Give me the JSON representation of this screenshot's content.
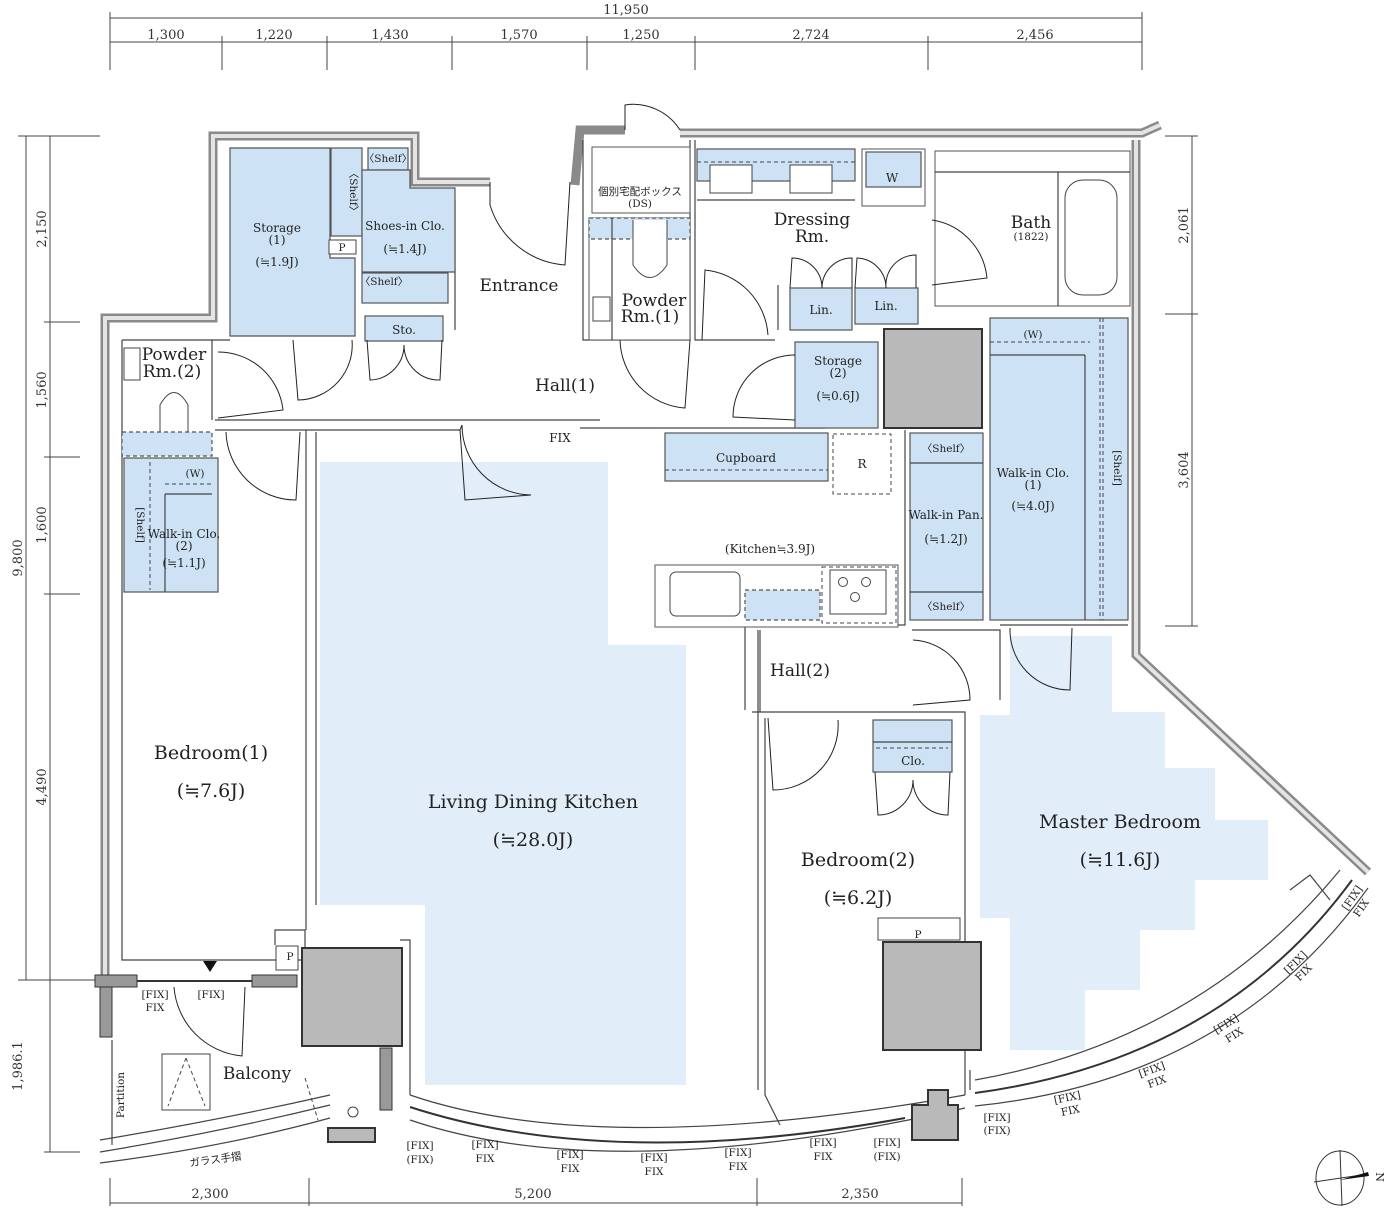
{
  "dimensions": {
    "top_total": "11,950",
    "top": [
      "1,300",
      "1,220",
      "1,430",
      "1,570",
      "1,250",
      "2,724",
      "2,456"
    ],
    "left_total": "9,800",
    "left": [
      "2,150",
      "1,560",
      "1,600",
      "4,490",
      "1,986.1"
    ],
    "right": [
      "2,061",
      "3,604"
    ],
    "bottom": [
      "2,300",
      "5,200",
      "2,350"
    ]
  },
  "rooms": {
    "storage1": {
      "name": "Storage",
      "num": "(1)",
      "area": "(≒1.9J)"
    },
    "shoes": {
      "name": "Shoes-in Clo.",
      "area": "(≒1.4J)"
    },
    "shelf_label": "〈Shelf〉",
    "shelf_bracket": "[Shelf]",
    "p_label": "P",
    "sto": "Sto.",
    "entrance": "Entrance",
    "hall1": "Hall(1)",
    "hall2": "Hall(2)",
    "powder2": {
      "l1": "Powder",
      "l2": "Rm.(2)"
    },
    "powder1": {
      "l1": "Powder",
      "l2": "Rm.(1)"
    },
    "wic2": {
      "name": "Walk-in Clo.",
      "num": "(2)",
      "area": "(≒1.1J)",
      "w": "(W)"
    },
    "ds": {
      "l1": "個別宅配ボックス",
      "l2": "(DS)"
    },
    "dressing": {
      "l1": "Dressing",
      "l2": "Rm."
    },
    "w": "W",
    "bath": {
      "name": "Bath",
      "size": "(1822)"
    },
    "lin": "Lin.",
    "storage2": {
      "name": "Storage",
      "num": "(2)",
      "area": "(≒0.6J)"
    },
    "wic1": {
      "name": "Walk-in Clo.",
      "num": "(1)",
      "area": "(≒4.0J)",
      "w": "(W)"
    },
    "cupboard": "Cupboard",
    "r": "R",
    "pantry": {
      "name": "Walk-in Pan.",
      "area": "(≒1.2J)"
    },
    "kitchen": "(Kitchen≒3.9J)",
    "bedroom1": {
      "name": "Bedroom(1)",
      "area": "(≒7.6J)"
    },
    "ldk": {
      "name": "Living Dining Kitchen",
      "area": "(≒28.0J)"
    },
    "bedroom2": {
      "name": "Bedroom(2)",
      "area": "(≒6.2J)"
    },
    "master": {
      "name": "Master Bedroom",
      "area": "(≒11.6J)"
    },
    "clo": "Clo.",
    "balcony": "Balcony",
    "partition": "Partition",
    "glass_rail": "ガラス手摺",
    "fix": "FIX"
  },
  "fix_labels": [
    {
      "top": "[FIX]",
      "bottom": "FIX"
    },
    {
      "top": "[FIX]",
      "bottom": ""
    },
    {
      "top": "[FIX]",
      "bottom": "(FIX)"
    },
    {
      "top": "[FIX]",
      "bottom": "FIX"
    },
    {
      "top": "[FIX]",
      "bottom": "FIX"
    },
    {
      "top": "[FIX]",
      "bottom": "FIX"
    },
    {
      "top": "[FIX]",
      "bottom": "FIX"
    },
    {
      "top": "[FIX]",
      "bottom": "FIX"
    },
    {
      "top": "[FIX]",
      "bottom": "(FIX)"
    },
    {
      "top": "[FIX]",
      "bottom": "(FIX)"
    },
    {
      "top": "[FIX]",
      "bottom": "FIX"
    },
    {
      "top": "[FIX]",
      "bottom": "FIX"
    },
    {
      "top": "[FIX]",
      "bottom": "FIX"
    },
    {
      "top": "[FIX]",
      "bottom": "FIX"
    },
    {
      "top": "[FIX]",
      "bottom": "FIX"
    }
  ],
  "compass": {
    "north": "N"
  }
}
